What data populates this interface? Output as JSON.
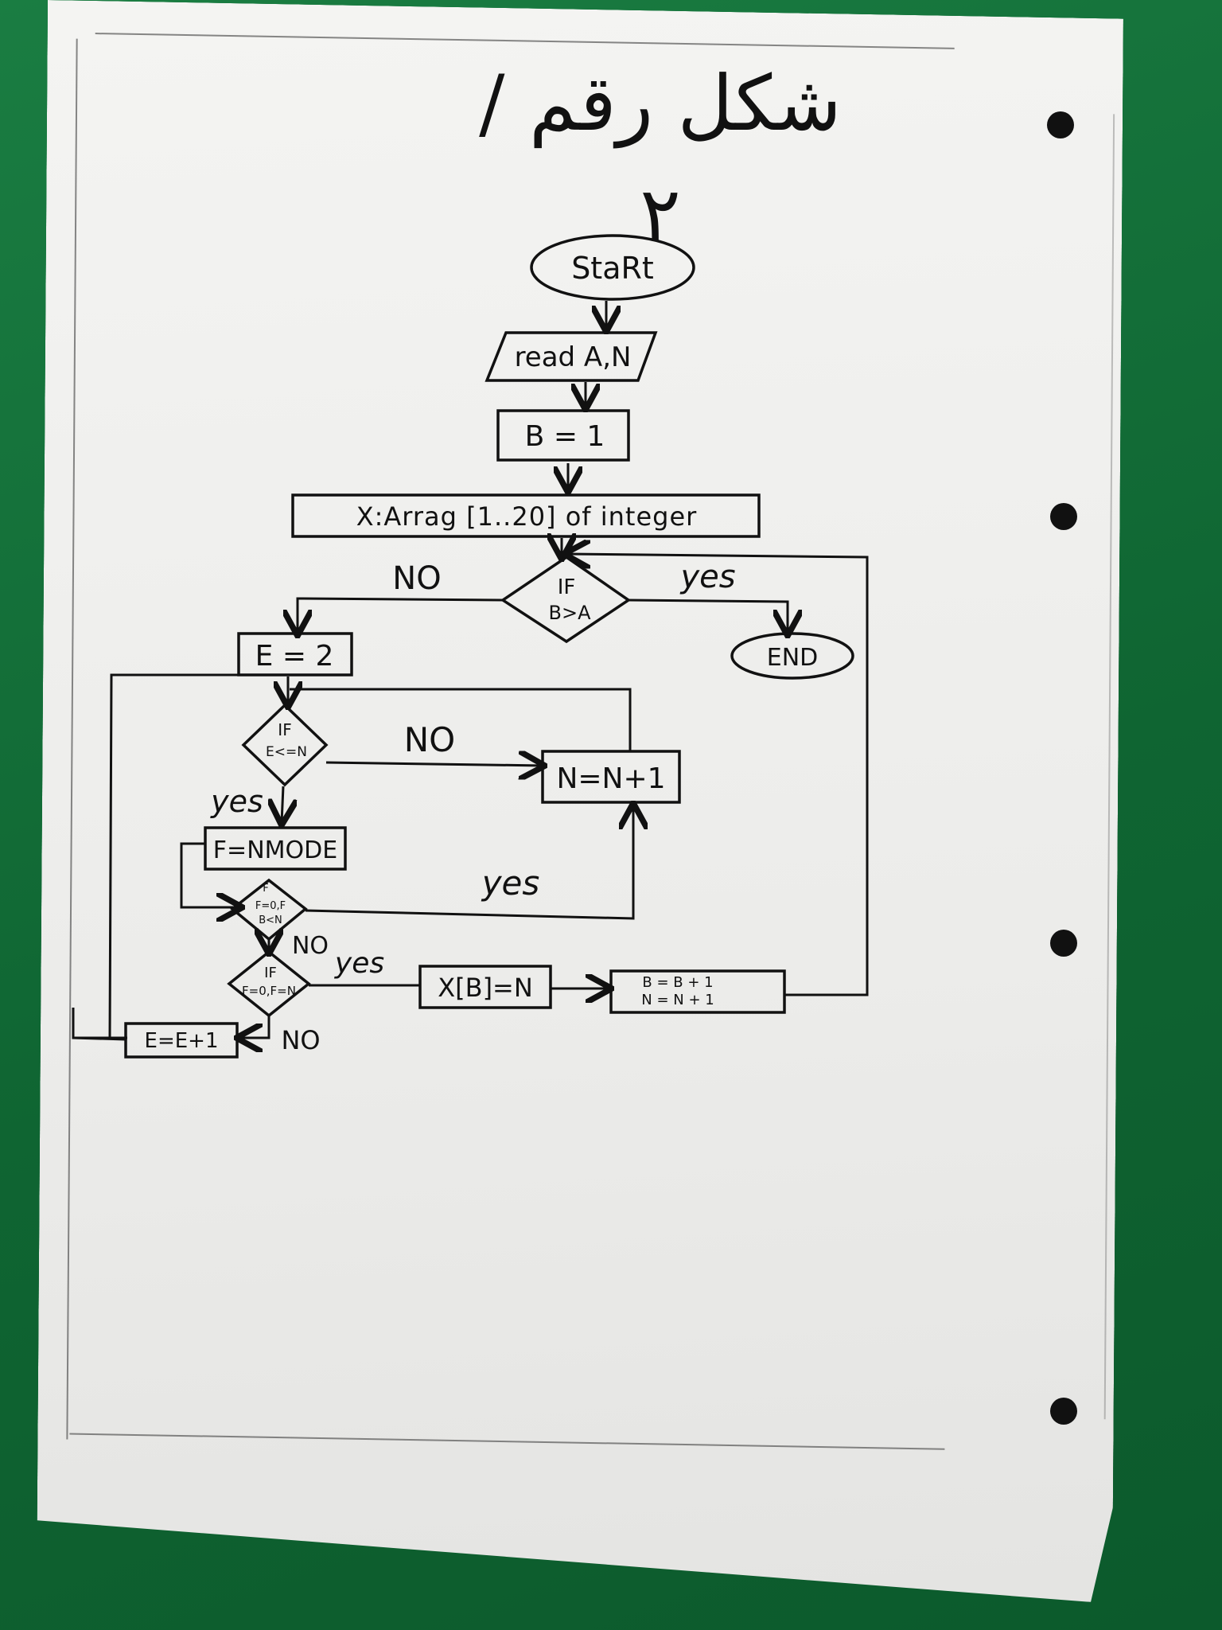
{
  "title": "شكل رقم / ٢",
  "nodes": {
    "start": "StaRt",
    "read": "read A,N",
    "b_init": "B = 1",
    "array_decl": "X:Arrag [1..20] of integer",
    "if_b_gt_a_1": "IF",
    "if_b_gt_a_2": "B>A",
    "end": "END",
    "e_init": "E = 2",
    "if_e_le_n_1": "IF",
    "if_e_le_n_2": "E<=N",
    "n_inc": "N=N+1",
    "f_mod": "F=NMODE",
    "if_f0_1": "F",
    "if_f0_2": "F=0,F",
    "if_f0_3": "B<N",
    "if_f0_b_1": "IF",
    "if_f0_b_2": "F=0,F=N",
    "x_assign": "X[B]=N",
    "b_n_inc_1": "B = B + 1",
    "b_n_inc_2": "N = N + 1",
    "e_inc": "E=E+1"
  },
  "edge_labels": {
    "b_gt_a_no": "NO",
    "b_gt_a_yes": "yes",
    "e_le_n_no": "NO",
    "e_le_n_yes": "yes",
    "f0_yes": "yes",
    "f0_no": "NO",
    "f0b_yes": "yes",
    "f0b_no": "NO"
  }
}
